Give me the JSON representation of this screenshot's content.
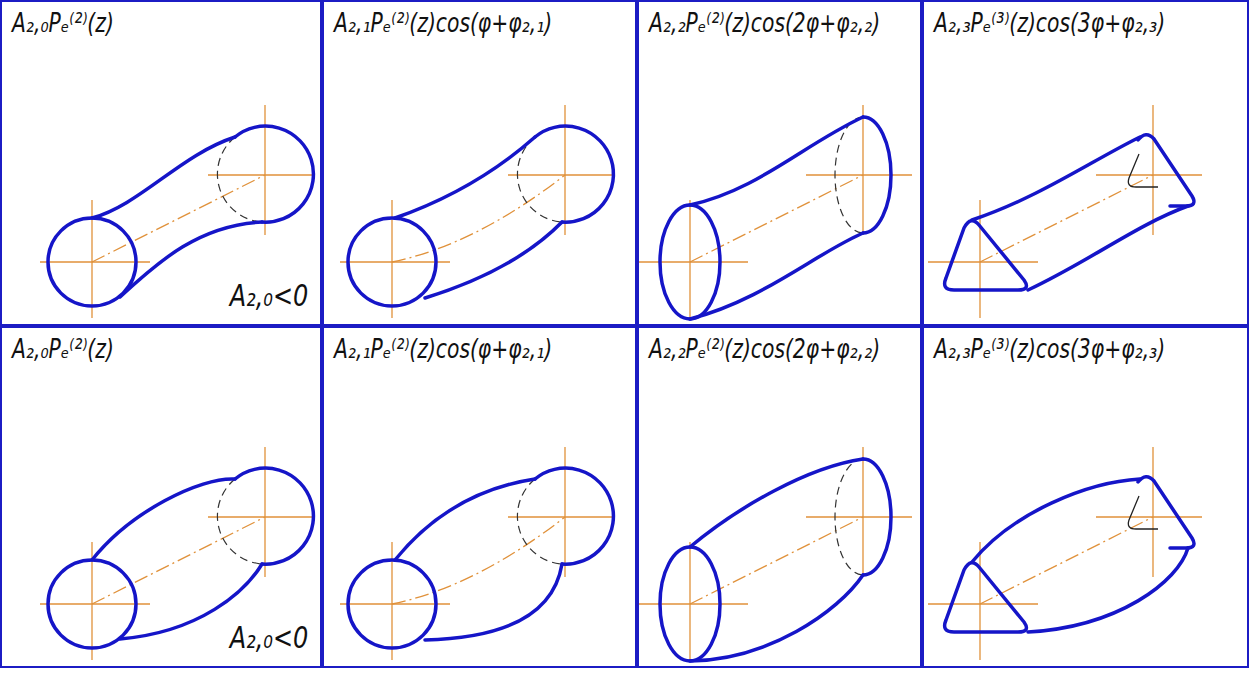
{
  "diagram": {
    "nodes": [
      {
        "text": [
          "A₂,₀Pₑ⁽²⁾(z)",
          "A₂,₀<0"
        ]
      },
      {
        "text": [
          "A₂,₁Pₑ⁽²⁾(z)cos(φ+φ₂,₁)"
        ]
      },
      {
        "text": [
          "A₂,₂Pₑ⁽²⁾(z)cos(2φ+φ₂,₂)"
        ]
      },
      {
        "text": [
          "A₂,₃Pₑ⁽³⁾(z)cos(3φ+φ₂,₃)"
        ]
      },
      {
        "text": [
          "A₂,₀Pₑ⁽²⁾(z)",
          "A₂,₀<0"
        ]
      },
      {
        "text": [
          "A₂,₁Pₑ⁽²⁾(z)cos(φ+φ₂,₁)"
        ]
      },
      {
        "text": [
          "A₂,₂Pₑ⁽²⁾(z)cos(2φ+φ₂,₂)"
        ]
      },
      {
        "text": [
          "A₂,₃Pₑ⁽³⁾(z)cos(3φ+φ₂,₃)"
        ]
      }
    ]
  }
}
